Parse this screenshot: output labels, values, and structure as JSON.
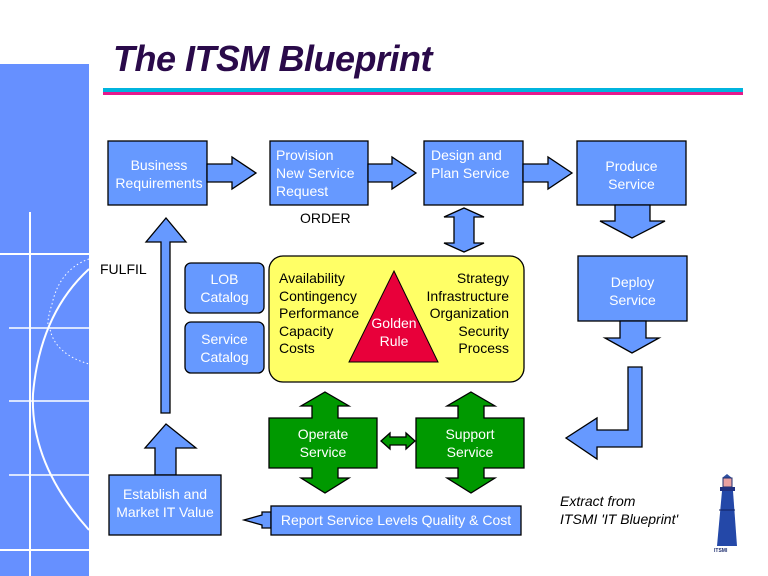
{
  "title": "The ITSM Blueprint",
  "colors": {
    "title": "#2a0a4a",
    "rule_top": "#00b4de",
    "rule_bottom": "#e6198c",
    "box_blue": "#6699ff",
    "sidebar_blue": "#6690ff",
    "golden_panel": "#ffff66",
    "triangle_red": "#e8003a",
    "green": "#009900"
  },
  "nodes": {
    "business_requirements": "Business\nRequirements",
    "provision": "Provision\nNew Service\nRequest",
    "design_plan": "Design and\nPlan Service",
    "produce": "Produce\nService",
    "deploy": "Deploy\nService",
    "lob_catalog": "LOB\nCatalog",
    "service_catalog": "Service\nCatalog",
    "operate": "Operate\nService",
    "support": "Support\nService",
    "establish": "Establish and\nMarket IT Value",
    "report": "Report Service Levels Quality & Cost"
  },
  "labels": {
    "order": "ORDER",
    "fulfil": "FULFIL"
  },
  "golden_rule": {
    "center": "Golden\nRule",
    "left_items": [
      "Availability",
      "Contingency",
      "Performance",
      "Capacity",
      "Costs"
    ],
    "right_items": [
      "Strategy",
      "Infrastructure",
      "Organization",
      "Security",
      "Process"
    ]
  },
  "footer": {
    "extract_line1": "Extract from",
    "extract_line2": "ITSMI 'IT Blueprint'",
    "logo_caption": "ITSMI"
  }
}
